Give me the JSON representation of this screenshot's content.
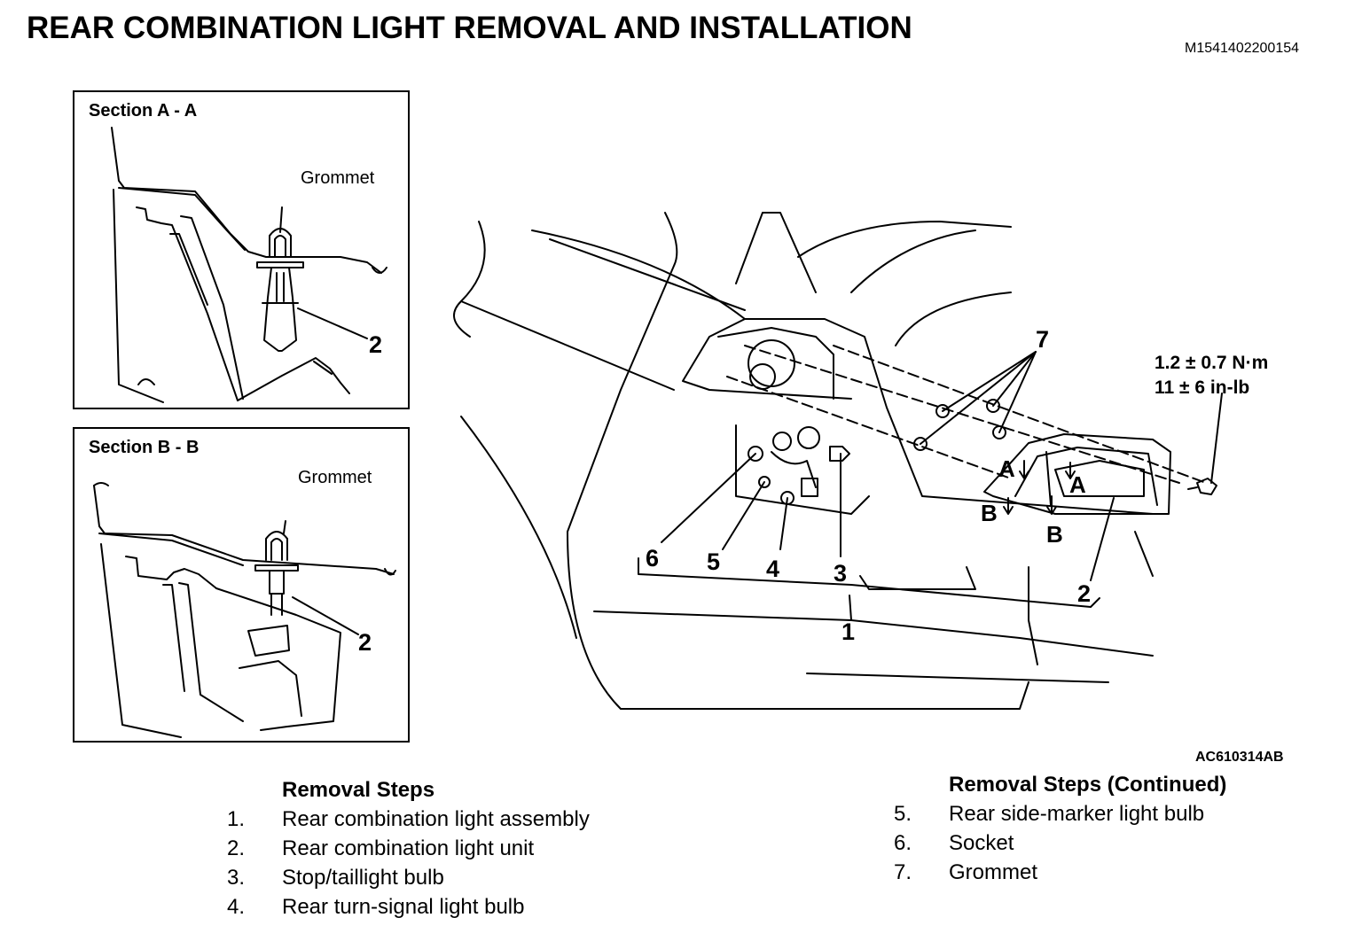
{
  "title": "REAR COMBINATION LIGHT REMOVAL AND INSTALLATION",
  "doc_id": "M1541402200154",
  "figure_id": "AC610314AB",
  "section_a": {
    "title": "Section A - A",
    "grommet_label": "Grommet",
    "callout": "2"
  },
  "section_b": {
    "title": "Section B - B",
    "grommet_label": "Grommet",
    "callout": "2"
  },
  "torque": {
    "metric": "1.2 ± 0.7 N·m",
    "imperial": "11 ± 6 in-lb"
  },
  "callouts": {
    "c1": "1",
    "c2": "2",
    "c3": "3",
    "c4": "4",
    "c5": "5",
    "c6": "6",
    "c7": "7",
    "section_a_left": "A",
    "section_a_right": "A",
    "section_b_left": "B",
    "section_b_right": "B"
  },
  "removal_steps": {
    "heading": "Removal Steps",
    "items": [
      {
        "num": "1.",
        "text": "Rear combination light assembly"
      },
      {
        "num": "2.",
        "text": "Rear combination light unit"
      },
      {
        "num": "3.",
        "text": "Stop/taillight bulb"
      },
      {
        "num": "4.",
        "text": "Rear turn-signal light bulb"
      }
    ]
  },
  "removal_steps_continued": {
    "heading": "Removal Steps (Continued)",
    "items": [
      {
        "num": "5.",
        "text": "Rear side-marker light bulb"
      },
      {
        "num": "6.",
        "text": "Socket"
      },
      {
        "num": "7.",
        "text": "Grommet"
      }
    ]
  }
}
